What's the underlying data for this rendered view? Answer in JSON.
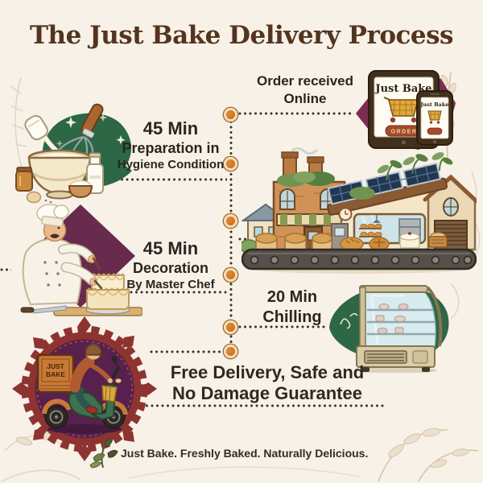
{
  "title": "The Just Bake Delivery Process",
  "steps": {
    "order": {
      "line1": "Order received",
      "line2": "Online"
    },
    "preparation": {
      "time": "45 Min",
      "line1": "Preparation in",
      "line2": "Hygiene Condition"
    },
    "decoration": {
      "time": "45 Min",
      "line1": "Decoration",
      "line2": "By Master Chef"
    },
    "chilling": {
      "time": "20 Min",
      "line1": "Chilling"
    },
    "delivery": {
      "line1": "Free Delivery, Safe and",
      "line2": "No Damage Guarantee"
    }
  },
  "devices": {
    "tablet_brand": "Just Bake",
    "order_button": "ORDER",
    "phone_brand": "Just Bake"
  },
  "delivery_box": {
    "line1": "JUST",
    "line2": "BAKE"
  },
  "footer": {
    "tagline": "Just Bake. Freshly Baked. Naturally Delicious."
  },
  "colors": {
    "background": "#f7f1e8",
    "title-brown": "#54341f",
    "body-text": "#2c2722",
    "accent-green": "#2d6745",
    "accent-maroon": "#7b2d52",
    "diamond-maroon": "#692b4d",
    "dot-orange": "#c8681e",
    "frame-red": "#8d3431",
    "frame-purple": "#57204e",
    "dotted-line": "#3b342b"
  }
}
